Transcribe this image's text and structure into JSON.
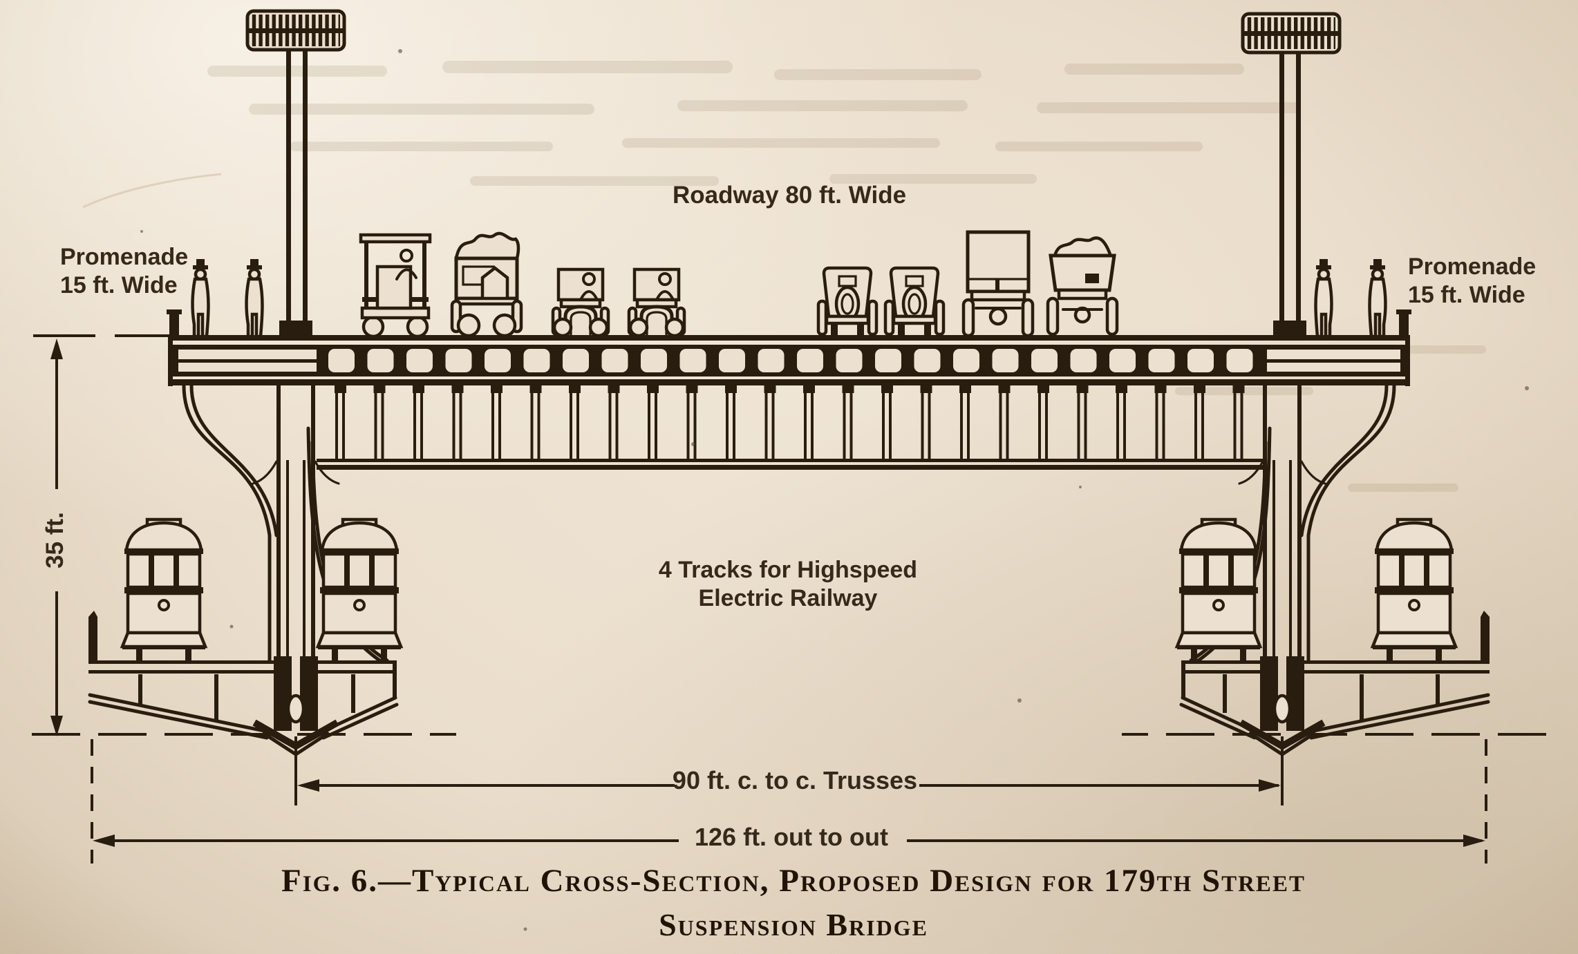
{
  "figure": {
    "caption_line1": "Fig. 6.—Typical Cross-Section, Proposed Design for 179th Street",
    "caption_line2": "Suspension Bridge"
  },
  "labels": {
    "roadway": "Roadway 80 ft. Wide",
    "promenade_line1": "Promenade",
    "promenade_line2": "15 ft. Wide",
    "tracks_line1": "4 Tracks for Highspeed",
    "tracks_line2": "Electric Railway"
  },
  "dimensions": {
    "deck_height": "35 ft.",
    "truss_centers": "90 ft. c. to c. Trusses",
    "overall_width": "126 ft. out to out"
  },
  "drawing_elements": {
    "left_structure": "suspension-cable-and-truss",
    "right_structure": "suspension-cable-and-truss",
    "upper_deck": "roadway-with-motor-vehicles",
    "lower_deck": "electric-railway-with-trolley-cars"
  },
  "colors": {
    "paper": "#e9dcc9",
    "ink": "#291d0f",
    "label_text": "#36291a",
    "caption_text": "#211406"
  }
}
